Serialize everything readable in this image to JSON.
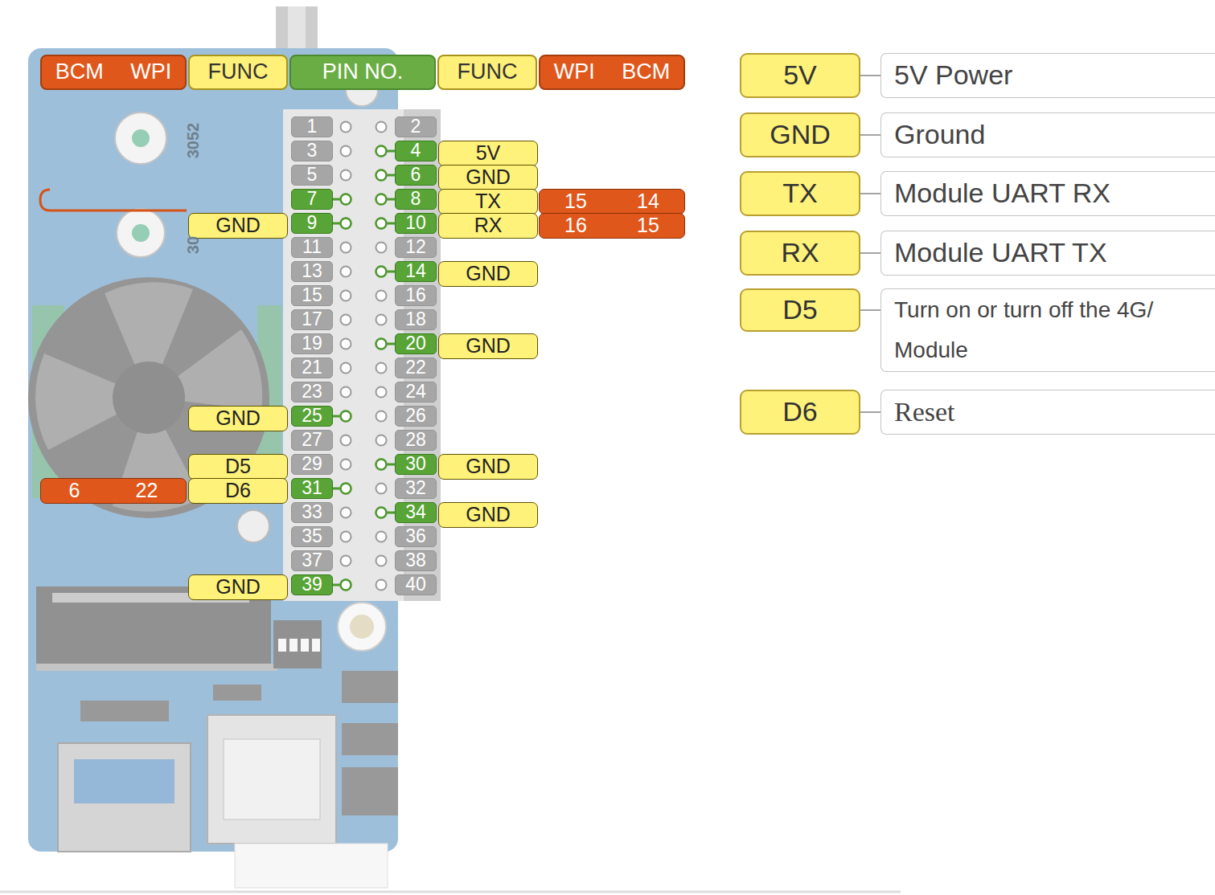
{
  "diagram": {
    "nodes": [
      {
        "text": [
          "BCM",
          "WPI"
        ]
      },
      {
        "text": [
          "FUNC"
        ]
      },
      {
        "text": [
          "PIN NO."
        ]
      },
      {
        "text": [
          "FUNC"
        ]
      },
      {
        "text": [
          "WPI",
          "BCM"
        ]
      },
      {
        "text": [
          "1"
        ]
      },
      {
        "text": [
          "2"
        ]
      },
      {
        "text": [
          "3"
        ]
      },
      {
        "text": [
          "4"
        ]
      },
      {
        "text": [
          "5V"
        ]
      },
      {
        "text": [
          "5"
        ]
      },
      {
        "text": [
          "6"
        ]
      },
      {
        "text": [
          "GND"
        ]
      },
      {
        "text": [
          "7"
        ]
      },
      {
        "text": [
          "8"
        ]
      },
      {
        "text": [
          "TX"
        ]
      },
      {
        "text": [
          "15",
          "14"
        ]
      },
      {
        "text": [
          "GND"
        ]
      },
      {
        "text": [
          "9"
        ]
      },
      {
        "text": [
          "10"
        ]
      },
      {
        "text": [
          "RX"
        ]
      },
      {
        "text": [
          "16",
          "15"
        ]
      },
      {
        "text": [
          "11"
        ]
      },
      {
        "text": [
          "12"
        ]
      },
      {
        "text": [
          "13"
        ]
      },
      {
        "text": [
          "14"
        ]
      },
      {
        "text": [
          "GND"
        ]
      },
      {
        "text": [
          "15"
        ]
      },
      {
        "text": [
          "16"
        ]
      },
      {
        "text": [
          "17"
        ]
      },
      {
        "text": [
          "18"
        ]
      },
      {
        "text": [
          "19"
        ]
      },
      {
        "text": [
          "20"
        ]
      },
      {
        "text": [
          "GND"
        ]
      },
      {
        "text": [
          "21"
        ]
      },
      {
        "text": [
          "22"
        ]
      },
      {
        "text": [
          "23"
        ]
      },
      {
        "text": [
          "24"
        ]
      },
      {
        "text": [
          "GND"
        ]
      },
      {
        "text": [
          "25"
        ]
      },
      {
        "text": [
          "26"
        ]
      },
      {
        "text": [
          "27"
        ]
      },
      {
        "text": [
          "28"
        ]
      },
      {
        "text": [
          "D5"
        ]
      },
      {
        "text": [
          "29"
        ]
      },
      {
        "text": [
          "30"
        ]
      },
      {
        "text": [
          "GND"
        ]
      },
      {
        "text": [
          "6",
          "22"
        ]
      },
      {
        "text": [
          "D6"
        ]
      },
      {
        "text": [
          "31"
        ]
      },
      {
        "text": [
          "32"
        ]
      },
      {
        "text": [
          "33"
        ]
      },
      {
        "text": [
          "34"
        ]
      },
      {
        "text": [
          "GND"
        ]
      },
      {
        "text": [
          "35"
        ]
      },
      {
        "text": [
          "36"
        ]
      },
      {
        "text": [
          "37"
        ]
      },
      {
        "text": [
          "38"
        ]
      },
      {
        "text": [
          "GND"
        ]
      },
      {
        "text": [
          "39"
        ]
      },
      {
        "text": [
          "40"
        ]
      },
      {
        "text": [
          "5V"
        ]
      },
      {
        "text": [
          "5V Power"
        ]
      },
      {
        "text": [
          "GND"
        ]
      },
      {
        "text": [
          "Ground"
        ]
      },
      {
        "text": [
          "TX"
        ]
      },
      {
        "text": [
          "Module UART RX"
        ]
      },
      {
        "text": [
          "RX"
        ]
      },
      {
        "text": [
          "Module UART TX"
        ]
      },
      {
        "text": [
          "D5"
        ]
      },
      {
        "text": [
          "Turn on or turn off the 4G/ Module"
        ]
      },
      {
        "text": [
          "D6"
        ]
      },
      {
        "text": [
          "Reset"
        ]
      }
    ],
    "edges": [
      {
        "from": 61,
        "to": 62,
        "arrow": "none"
      },
      {
        "from": 63,
        "to": 64,
        "arrow": "none"
      },
      {
        "from": 65,
        "to": 66,
        "arrow": "none"
      },
      {
        "from": 67,
        "to": 68,
        "arrow": "none"
      },
      {
        "from": 69,
        "to": 70,
        "arrow": "none"
      },
      {
        "from": 71,
        "to": 72,
        "arrow": "none"
      }
    ],
    "labels": [
      "3052",
      "30"
    ]
  }
}
